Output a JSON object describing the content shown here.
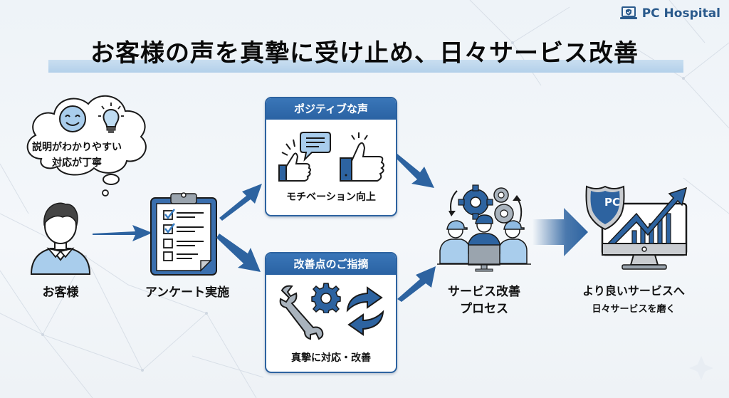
{
  "brand": {
    "name": "PC Hospital",
    "icon": "laptop-shield-icon",
    "color": "#2a5a8c"
  },
  "title": "お客様の声を真摯に受け止め、日々サービス改善",
  "customer": {
    "label": "お客様",
    "thought": {
      "line1": "説明がわかりやすい",
      "line2": "対応が丁寧",
      "icons": [
        "smiley-face-icon",
        "lightbulb-icon"
      ]
    },
    "icon": "person-icon"
  },
  "survey": {
    "label": "アンケート実施",
    "icon": "clipboard-checklist-icon"
  },
  "positive_card": {
    "header": "ポジティブな声",
    "footer": "モチベーション向上",
    "icons": [
      "thumbs-up-speech-icon",
      "thumbs-up-icon"
    ]
  },
  "improvement_card": {
    "header": "改善点のご指摘",
    "footer": "真摯に対応・改善",
    "icons": [
      "wrench-icon",
      "gear-icon",
      "refresh-arrows-icon"
    ]
  },
  "process": {
    "label_line1": "サービス改善",
    "label_line2": "プロセス",
    "icon": "team-gears-icon"
  },
  "result": {
    "label": "より良いサービスへ",
    "sublabel": "日々サービスを磨く",
    "icon": "monitor-growth-shield-icon",
    "shield_text": "PC"
  },
  "colors": {
    "primary_blue": "#2d63a0",
    "light_blue": "#8fbbe3",
    "band": "#c9def0",
    "gray": "#a9b3bd"
  }
}
